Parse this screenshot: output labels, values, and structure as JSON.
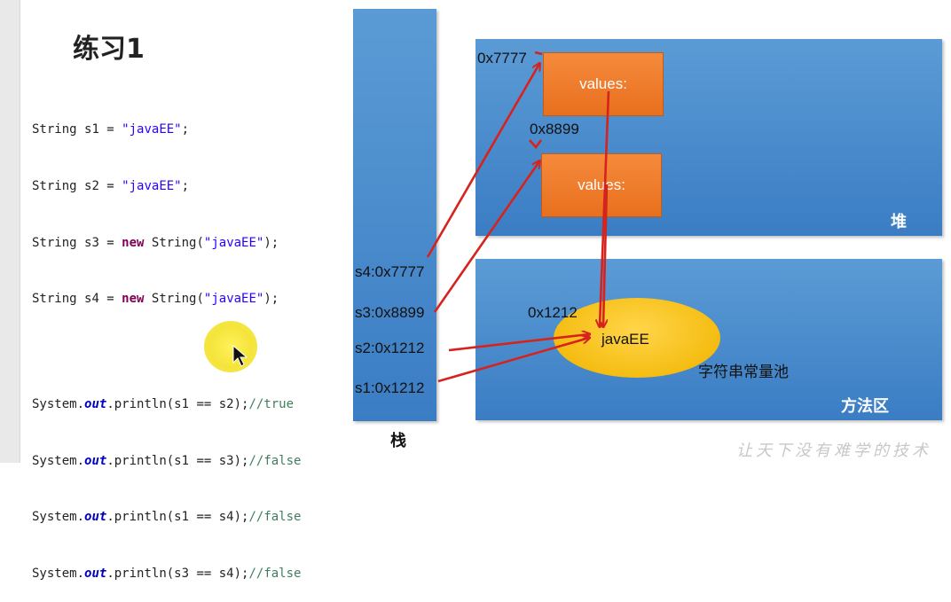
{
  "title": "练习1",
  "code": {
    "declarations": [
      {
        "type": "String",
        "var": "s1",
        "eq": " = ",
        "kw": "",
        "ctor": "",
        "arg": "\"javaEE\"",
        "end": ";"
      },
      {
        "type": "String",
        "var": "s2",
        "eq": " = ",
        "kw": "",
        "ctor": "",
        "arg": "\"javaEE\"",
        "end": ";"
      },
      {
        "type": "String",
        "var": "s3",
        "eq": " = ",
        "kw": "new",
        "ctor": " String(",
        "arg": "\"javaEE\"",
        "end": ");"
      },
      {
        "type": "String",
        "var": "s4",
        "eq": " = ",
        "kw": "new",
        "ctor": " String(",
        "arg": "\"javaEE\"",
        "end": ");"
      }
    ],
    "prints": [
      {
        "prefix": "System.",
        "field": "out",
        "call": ".println(s1 == s2);",
        "comment": "//true"
      },
      {
        "prefix": "System.",
        "field": "out",
        "call": ".println(s1 == s3);",
        "comment": "//false"
      },
      {
        "prefix": "System.",
        "field": "out",
        "call": ".println(s1 == s4);",
        "comment": "//false"
      },
      {
        "prefix": "System.",
        "field": "out",
        "call": ".println(s3 == s4);",
        "comment": "//false"
      }
    ]
  },
  "stack": {
    "label": "栈",
    "entries": [
      "s4:0x7777",
      "s3:0x8899",
      "s2:0x1212",
      "s1:0x1212"
    ]
  },
  "heap": {
    "label": "堆",
    "objects": [
      {
        "address": "0x7777",
        "text": "values:"
      },
      {
        "address": "0x8899",
        "text": "values:"
      }
    ]
  },
  "method_area": {
    "label": "方法区",
    "pool_label": "字符串常量池",
    "literal": "javaEE",
    "literal_address": "0x1212"
  },
  "watermark": "让天下没有难学的技术",
  "colors": {
    "panel_blue": "#4a8fd0",
    "object_orange": "#ee7a28",
    "pool_yellow": "#f7c31c",
    "arrow_red": "#d6231d"
  }
}
